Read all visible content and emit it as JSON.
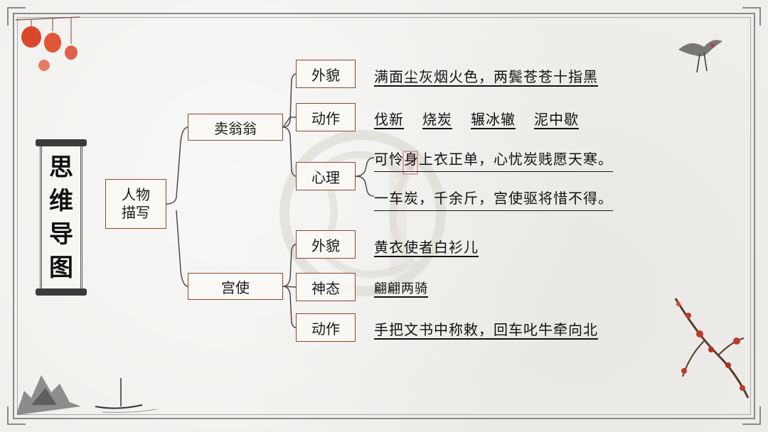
{
  "title_chars": [
    "思",
    "维",
    "导",
    "图"
  ],
  "root": {
    "label": "人物\n描写"
  },
  "branches": [
    {
      "label": "卖翁翁",
      "items": [
        {
          "label": "外貌",
          "text": "满面尘灰烟火色，两鬓苍苍十指黑"
        },
        {
          "label": "动作",
          "words": [
            "伐新",
            "烧炭",
            "辗冰辙",
            "泥中歇"
          ]
        },
        {
          "label": "心理",
          "lines": [
            "可怜身上衣正单，心忧炭贱愿天寒。",
            "一车炭，千余斤，宫使驱将惜不得。"
          ]
        }
      ]
    },
    {
      "label": "宫使",
      "items": [
        {
          "label": "外貌",
          "text": "黄衣使者白衫儿"
        },
        {
          "label": "神态",
          "text": "翩翩两骑"
        },
        {
          "label": "动作",
          "text": "手把文书中称敕，回车叱牛牵向北"
        }
      ]
    }
  ],
  "colors": {
    "box_border": "#8b4a2e",
    "lantern": "#d9482b",
    "blossom": "#c0392b"
  },
  "icons": [
    "lantern-icon",
    "crane-icon",
    "plum-blossom-icon",
    "landscape-boat-icon",
    "seal-watermark-icon"
  ]
}
